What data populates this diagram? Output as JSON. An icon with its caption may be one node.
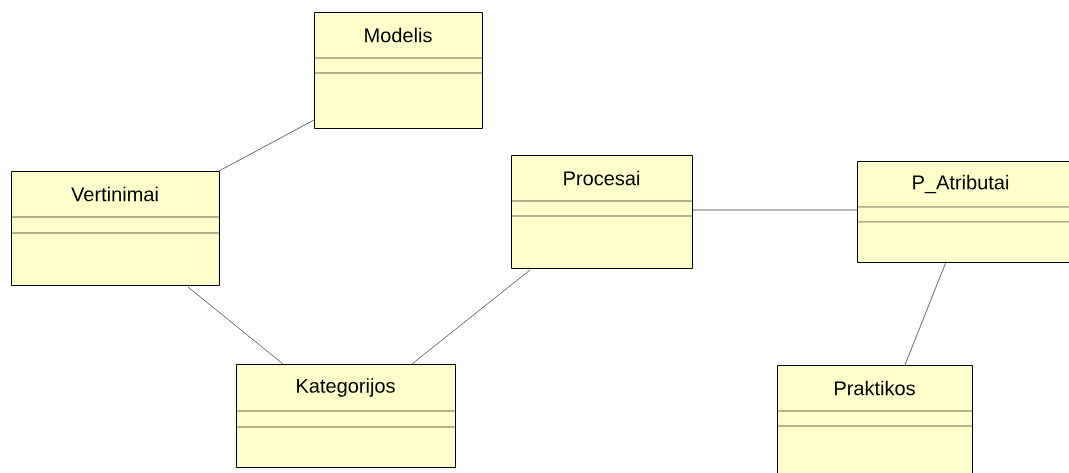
{
  "diagram": {
    "nodes": [
      {
        "text": [
          "Modelis"
        ]
      },
      {
        "text": [
          "Vertinimai"
        ]
      },
      {
        "text": [
          "Procesai"
        ]
      },
      {
        "text": [
          "P_Atributai"
        ]
      },
      {
        "text": [
          "Kategorijos"
        ]
      },
      {
        "text": [
          "Praktikos"
        ]
      }
    ],
    "edges": [
      {
        "from": 0,
        "to": 1,
        "arrow": "none"
      },
      {
        "from": 1,
        "to": 4,
        "arrow": "none"
      },
      {
        "from": 4,
        "to": 2,
        "arrow": "none"
      },
      {
        "from": 2,
        "to": 3,
        "arrow": "none"
      },
      {
        "from": 3,
        "to": 5,
        "arrow": "none"
      }
    ]
  }
}
